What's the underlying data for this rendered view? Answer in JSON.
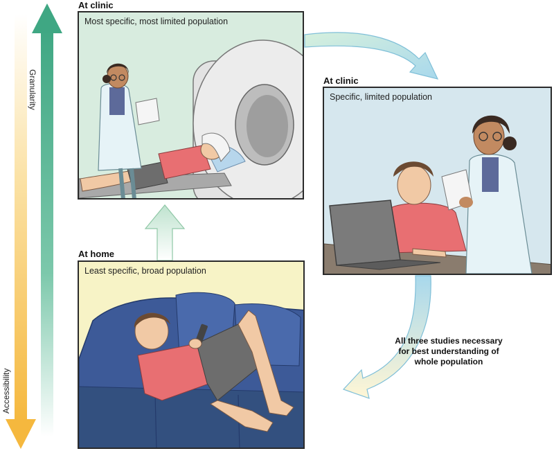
{
  "axes": {
    "granularity_label": "Granularity",
    "accessibility_label": "Accessibility",
    "granularity_color": "#4aae8c",
    "accessibility_color": "#f7c35a"
  },
  "panels": {
    "top": {
      "title": "At clinic",
      "caption": "Most specific, most limited population",
      "bg": "#d8ecdf"
    },
    "right": {
      "title": "At clinic",
      "caption": "Specific, limited population",
      "bg": "#d6e7ee"
    },
    "home": {
      "title": "At home",
      "caption": "Least specific, broad population",
      "bg": "#f7f3c6"
    }
  },
  "note": {
    "line1": "All three studies necessary",
    "line2": "for best understanding of",
    "line3": "whole population"
  }
}
